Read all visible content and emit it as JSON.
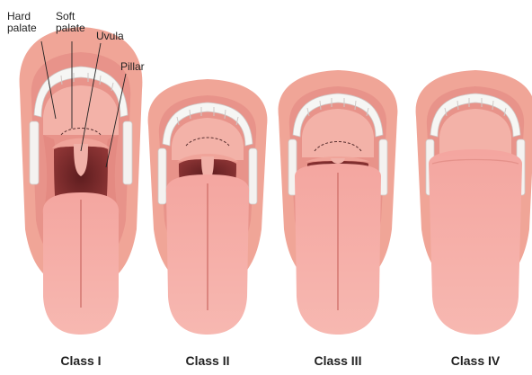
{
  "labels": {
    "hard_palate_line1": "Hard",
    "hard_palate_line2": "palate",
    "soft_palate_line1": "Soft",
    "soft_palate_line2": "palate",
    "uvula": "Uvula",
    "pillar": "Pillar"
  },
  "classes": [
    {
      "name": "Class I",
      "uvula": "full",
      "pillars": "visible",
      "soft_palate": "visible"
    },
    {
      "name": "Class II",
      "uvula": "partial",
      "pillars": "hidden",
      "soft_palate": "visible"
    },
    {
      "name": "Class III",
      "uvula": "base",
      "pillars": "hidden",
      "soft_palate": "visible"
    },
    {
      "name": "Class IV",
      "uvula": "none",
      "pillars": "hidden",
      "soft_palate": "hidden"
    }
  ],
  "colors": {
    "lip": "#f2a89c",
    "lip_inner": "#e68b82",
    "mouth_inner": "#e99a93",
    "throat": "#7a2b2b",
    "tongue": "#f6a9a3",
    "tongue_groove": "#d4716d",
    "teeth": "#f4f4f2",
    "uvula": "#f1b1a8"
  }
}
